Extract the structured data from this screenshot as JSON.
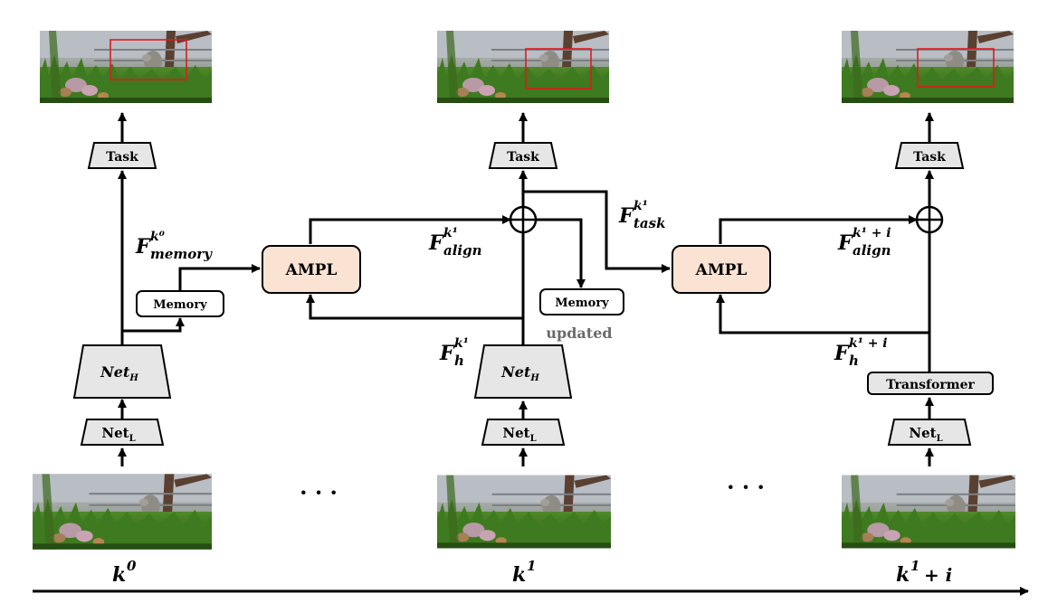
{
  "frames": [
    {
      "label": "k⁰",
      "base": "k",
      "sup": "0",
      "has_box": true
    },
    {
      "label": "k¹",
      "base": "k",
      "sup": "1",
      "has_box": true
    },
    {
      "label": "k¹ + i",
      "base": "k",
      "sup": "1",
      "suffix": " + i",
      "has_box": true
    }
  ],
  "ellipsis": [
    "· · ·",
    "· · ·"
  ],
  "blocks": {
    "task": "Task",
    "net_h": "Net",
    "net_h_sub": "H",
    "net_l": "Net",
    "net_l_sub": "L",
    "memory": "Memory",
    "ampl": "AMPL",
    "transformer": "Transformer",
    "updated": "updated"
  },
  "features": {
    "memory": {
      "base": "F",
      "sup": "k⁰",
      "sub": "memory"
    },
    "align_1": {
      "base": "F",
      "sup": "k¹",
      "sub": "align"
    },
    "task_1": {
      "base": "F",
      "sup": "k¹",
      "sub": "task"
    },
    "h_1": {
      "base": "F",
      "sup": "k¹",
      "sub": "h"
    },
    "align_2": {
      "base": "F",
      "sup": "k¹ + i",
      "sub": "align"
    },
    "h_2": {
      "base": "F",
      "sup": "k¹ + i",
      "sub": "h"
    }
  },
  "colors": {
    "ampl_fill": "#fae3d3",
    "box_fill": "#e6e6e6",
    "detection_box": "#e0191e",
    "updated_text": "#6b6b6b"
  }
}
